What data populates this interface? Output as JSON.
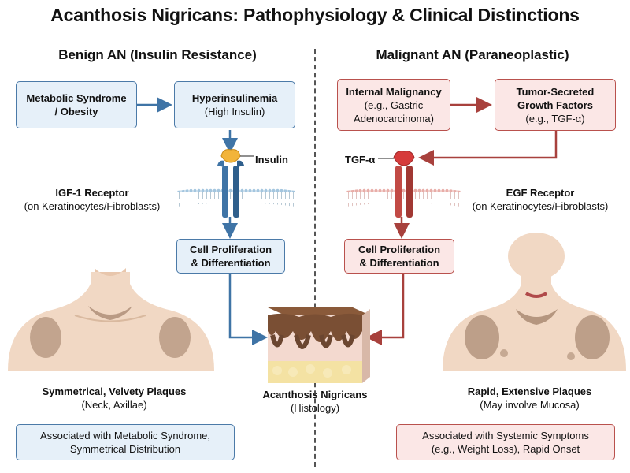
{
  "title": "Acanthosis Nigricans: Pathophysiology & Clinical Distinctions",
  "benign": {
    "heading": "Benign AN (Insulin Resistance)",
    "box1": {
      "line1": "Metabolic Syndrome",
      "line2": "/ Obesity"
    },
    "box2": {
      "line1": "Hyperinsulinemia",
      "line2": "(High Insulin)"
    },
    "ligand": "Insulin",
    "receptor": {
      "line1": "IGF-1 Receptor",
      "line2": "(on Keratinocytes/Fibroblasts)"
    },
    "prolif": {
      "line1": "Cell Proliferation",
      "line2": "& Differentiation"
    },
    "clinical": {
      "line1": "Symmetrical, Velvety Plaques",
      "line2": "(Neck, Axillae)"
    },
    "summary": {
      "line1": "Associated with Metabolic Syndrome,",
      "line2": "Symmetrical Distribution"
    }
  },
  "malignant": {
    "heading": "Malignant AN (Paraneoplastic)",
    "box1": {
      "line1": "Internal Malignancy",
      "line2": "(e.g., Gastric",
      "line3": "Adenocarcinoma)"
    },
    "box2": {
      "line1": "Tumor-Secreted",
      "line2": "Growth Factors",
      "line3": "(e.g., TGF-α)"
    },
    "ligand": "TGF-α",
    "receptor": {
      "line1": "EGF Receptor",
      "line2": "(on Keratinocytes/Fibroblasts)"
    },
    "prolif": {
      "line1": "Cell Proliferation",
      "line2": "& Differentiation"
    },
    "clinical": {
      "line1": "Rapid, Extensive Plaques",
      "line2": "(May involve Mucosa)"
    },
    "summary": {
      "line1": "Associated with Systemic Symptoms",
      "line2": "(e.g., Weight Loss), Rapid Onset"
    }
  },
  "center": {
    "line1": "Acanthosis Nigricans",
    "line2": "(Histology)"
  },
  "colors": {
    "benign_border": "#4b7aa8",
    "benign_fill": "#e6f0f9",
    "malignant_border": "#b9514d",
    "malignant_fill": "#fbe7e6",
    "insulin": "#f2b43a",
    "tgf": "#d63b3b"
  }
}
